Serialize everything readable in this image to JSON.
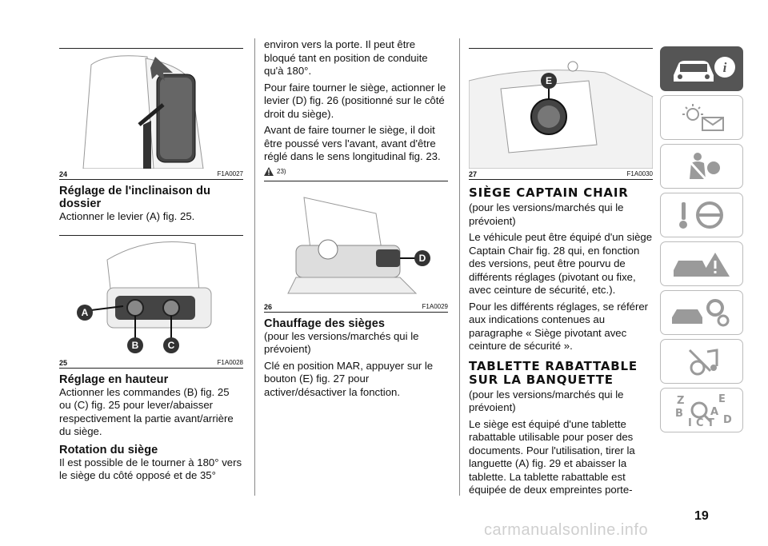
{
  "col1": {
    "fig24": {
      "num": "24",
      "code": "F1A0027"
    },
    "h1": "Réglage de l'inclinaison du dossier",
    "p1": "Actionner le levier (A) fig. 25.",
    "fig25": {
      "num": "25",
      "code": "F1A0028",
      "labels": {
        "a": "A",
        "b": "B",
        "c": "C"
      }
    },
    "h2": "Réglage en hauteur",
    "p2": "Actionner les commandes (B) fig. 25 ou (C) fig. 25 pour lever/abaisser respectivement la partie avant/arrière du siège.",
    "h3": "Rotation du siège",
    "p3": "Il est possible de le tourner à 180° vers le siège du côté opposé et de 35°"
  },
  "col2": {
    "p1": "environ vers la porte. Il peut être bloqué tant en position de conduite qu'à 180°.",
    "p2": "Pour faire tourner le siège, actionner le levier (D) fig. 26 (positionné sur le côté droit du siège).",
    "p3": "Avant de faire tourner le siège, il doit être poussé vers l'avant, avant d'être réglé dans le sens longitudinal fig. 23.",
    "note": "23)",
    "fig26": {
      "num": "26",
      "code": "F1A0029",
      "labels": {
        "d": "D"
      }
    },
    "h1": "Chauffage des sièges",
    "p4": "(pour les versions/marchés qui le prévoient)",
    "p5": "Clé en position MAR, appuyer sur le bouton (E) fig. 27 pour activer/désactiver la fonction."
  },
  "col3": {
    "fig27": {
      "num": "27",
      "code": "F1A0030",
      "labels": {
        "e": "E"
      }
    },
    "h1": "SIÈGE CAPTAIN CHAIR",
    "p1": "(pour les versions/marchés qui le prévoient)",
    "p2": "Le véhicule peut être équipé d'un siège Captain Chair fig. 28 qui, en fonction des versions, peut être pourvu de différents réglages (pivotant ou fixe, avec ceinture de sécurité, etc.).",
    "p3": "Pour les différents réglages, se référer aux indications contenues au paragraphe « Siège pivotant avec ceinture de sécurité ».",
    "h2": "TABLETTE RABATTABLE SUR LA BANQUETTE",
    "p4": "(pour les versions/marchés qui le prévoient)",
    "p5": "Le siège est équipé d'une tablette rabattable utilisable pour poser des documents. Pour l'utilisation, tirer la languette (A) fig. 29 et abaisser la tablette. La tablette rabattable est équipée de deux empreintes porte-"
  },
  "tab_i": {
    "letter": "i"
  },
  "index_letters": {
    "z": "Z",
    "e": "E",
    "b": "B",
    "a": "A",
    "i": "I",
    "c": "C",
    "t": "T",
    "d": "D"
  },
  "page_number": "19",
  "watermark": "carmanualsonline.info",
  "colors": {
    "active_tab": "#555555",
    "icon_gray": "#9a9a9a"
  }
}
